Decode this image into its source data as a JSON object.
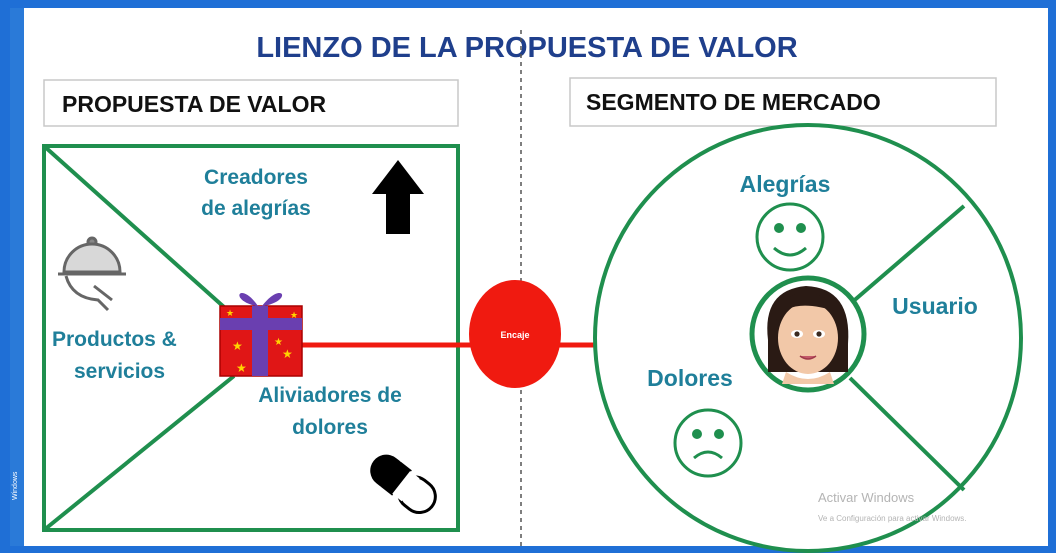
{
  "title": "LIENZO DE LA PROPUESTA DE VALOR",
  "left_header": "PROPUESTA DE VALOR",
  "right_header": "SEGMENTO DE MERCADO",
  "value_map": {
    "gain_creators": [
      "Creadores",
      "de alegrías"
    ],
    "products": [
      "Productos &",
      "servicios"
    ],
    "pain_relievers": [
      "Aliviadores de",
      "dolores"
    ]
  },
  "fit_label": "Encaje",
  "customer_profile": {
    "gains": "Alegrías",
    "user": "Usuario",
    "pains": "Dolores"
  },
  "watermark": {
    "line1": "Activar Windows",
    "line2": "Ve a Configuración para activar Windows."
  },
  "side_tag": "Windows",
  "colors": {
    "frame_blue": "#1f6fd6",
    "title_blue": "#1f3f8c",
    "green": "#1f8f4e",
    "teal_text": "#1f7f9a",
    "red": "#f01a10"
  },
  "icons": [
    "cloche-icon",
    "gift-icon",
    "up-arrow-icon",
    "pill-icon",
    "smiley-icon",
    "sad-face-icon",
    "woman-avatar-icon"
  ]
}
